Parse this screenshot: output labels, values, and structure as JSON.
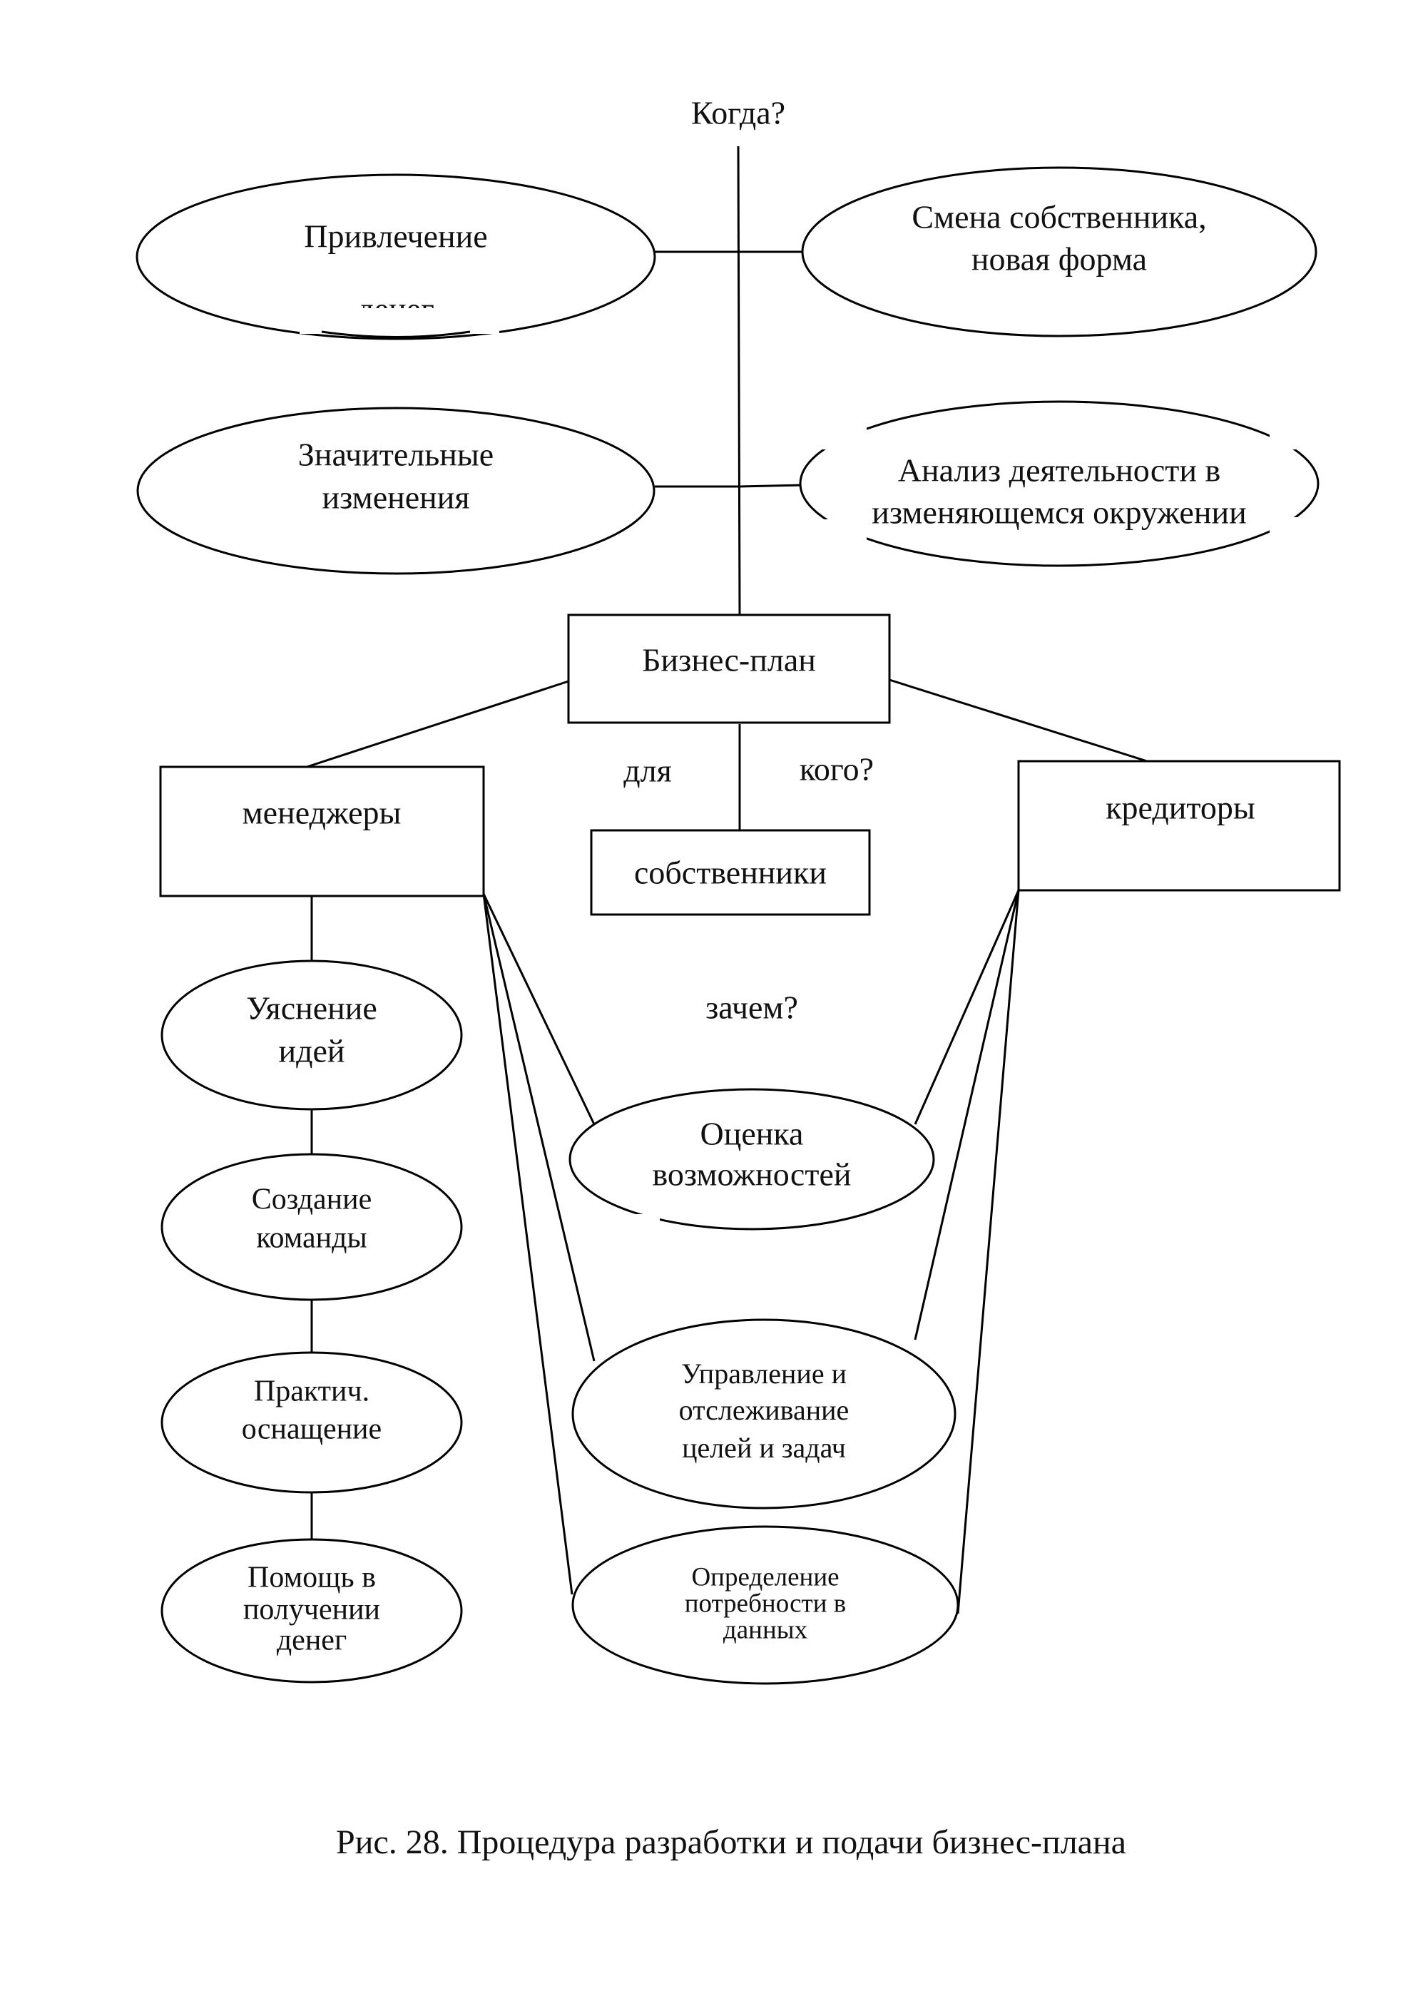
{
  "question_when": "Когда?",
  "question_for_whom_1": "для",
  "question_for_whom_2": "кого?",
  "question_why": "зачем?",
  "occasions": [
    {
      "lines": [
        "Привлечение",
        "денег"
      ]
    },
    {
      "lines": [
        "Смена собственника,",
        "новая форма"
      ]
    },
    {
      "lines": [
        "Значительные",
        "изменения"
      ]
    },
    {
      "lines": [
        "Анализ деятельности в",
        "изменяющемся окружении"
      ]
    }
  ],
  "center_box": "Бизнес-план",
  "audiences": {
    "managers": "менеджеры",
    "owners": "собственники",
    "creditors": "кредиторы"
  },
  "manager_tasks": [
    {
      "lines": [
        "Уяснение",
        "идей"
      ]
    },
    {
      "lines": [
        "Создание",
        "команды"
      ]
    },
    {
      "lines": [
        "Практич.",
        "оснащение"
      ]
    },
    {
      "lines": [
        "Помощь в",
        "получении",
        "денег"
      ]
    }
  ],
  "purposes": [
    {
      "lines": [
        "Оценка",
        "возможностей"
      ]
    },
    {
      "lines": [
        "Управление и",
        "отслеживание",
        "целей и задач"
      ]
    },
    {
      "lines": [
        "Определение",
        "потребности в",
        "данных"
      ]
    }
  ],
  "caption": "Рис. 28. Процедура разработки и подачи бизнес-плана"
}
